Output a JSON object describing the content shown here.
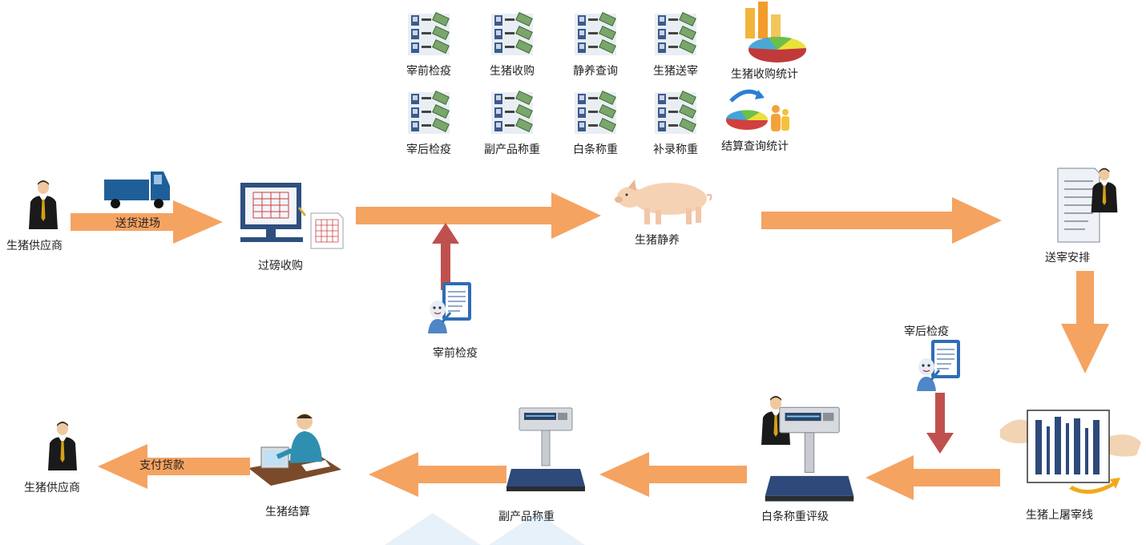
{
  "modules": {
    "row1": [
      "宰前检疫",
      "生猪收购",
      "静养查询",
      "生猪送宰"
    ],
    "row2": [
      "宰后检疫",
      "副产品称重",
      "白条称重",
      "补录称重"
    ],
    "stats1": "生猪收购统计",
    "stats2": "结算查询统计"
  },
  "flow": {
    "supplier_top": "生猪供应商",
    "delivery": "送货进场",
    "weigh_purchase": "过磅收购",
    "pre_slaughter": "宰前检疫",
    "resting": "生猪静养",
    "send_slaughter": "送宰安排",
    "post_slaughter": "宰后检疫",
    "slaughter_line": "生猪上屠宰线",
    "carcass_weigh": "白条称重评级",
    "byproduct_weigh": "副产品称重",
    "settlement": "生猪结算",
    "payment": "支付货款",
    "supplier_bottom": "生猪供应商"
  },
  "colors": {
    "arrow": "#f5a361",
    "red_arrow": "#c0504d",
    "truck": "#1f5f99",
    "scale": "#2e4a7a"
  }
}
